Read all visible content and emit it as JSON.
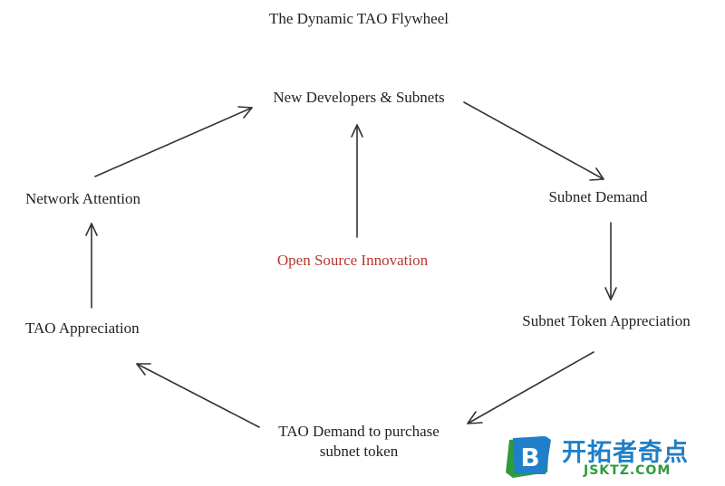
{
  "title": "The Dynamic TAO Flywheel",
  "nodes": {
    "new_developers": "New Developers & Subnets",
    "subnet_demand": "Subnet Demand",
    "subnet_token_appreciation": "Subnet Token Appreciation",
    "tao_demand_line1": "TAO Demand to purchase",
    "tao_demand_line2": "subnet token",
    "tao_appreciation": "TAO Appreciation",
    "network_attention": "Network Attention",
    "open_source": "Open Source Innovation"
  },
  "colors": {
    "text": "#222222",
    "accent": "#b7372f",
    "arrow": "#333333"
  },
  "watermark": {
    "text": "开拓者奇点",
    "sub": "JSKTZ.COM",
    "badge_letter": "B"
  }
}
